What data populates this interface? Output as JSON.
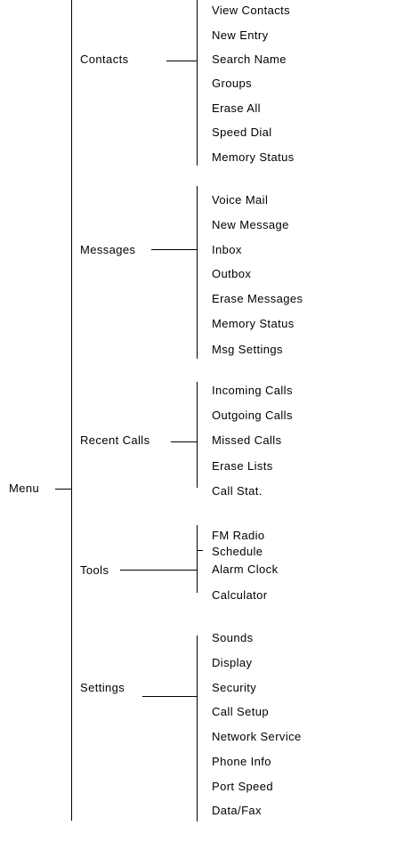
{
  "root": {
    "label": "Menu"
  },
  "groups": [
    {
      "label": "Contacts",
      "items": [
        "View Contacts",
        "New Entry",
        "Search Name",
        "Groups",
        "Erase All",
        "Speed Dial",
        "Memory Status"
      ]
    },
    {
      "label": "Messages",
      "items": [
        "Voice Mail",
        "New Message",
        "Inbox",
        "Outbox",
        "Erase Messages",
        "Memory Status",
        "Msg Settings"
      ]
    },
    {
      "label": "Recent Calls",
      "items": [
        "Incoming Calls",
        "Outgoing Calls",
        "Missed Calls",
        "Erase Lists",
        "Call Stat."
      ]
    },
    {
      "label": "Tools",
      "items": [
        "FM Radio",
        "Schedule",
        "Alarm Clock",
        "Calculator"
      ]
    },
    {
      "label": "Settings",
      "items": [
        "Sounds",
        "Display",
        "Security",
        "Call Setup",
        "Network Service",
        "Phone Info",
        "Port Speed",
        "Data/Fax"
      ]
    }
  ]
}
